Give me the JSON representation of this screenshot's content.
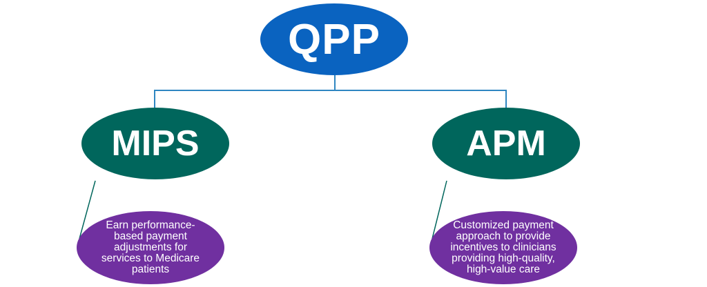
{
  "diagram": {
    "root": {
      "label": "QPP",
      "color": "#0a63c0"
    },
    "branches": [
      {
        "label": "MIPS",
        "color": "#00665c",
        "description": "Earn performance-based payment adjustments for services to Medicare patients",
        "description_color": "#7030a0"
      },
      {
        "label": "APM",
        "color": "#00665c",
        "description": "Customized payment approach to provide incentives to clinicians providing high-quality, high-value care",
        "description_color": "#7030a0"
      }
    ],
    "connector_colors": {
      "tree": "#2e86c1",
      "callout": "#00665c"
    }
  }
}
